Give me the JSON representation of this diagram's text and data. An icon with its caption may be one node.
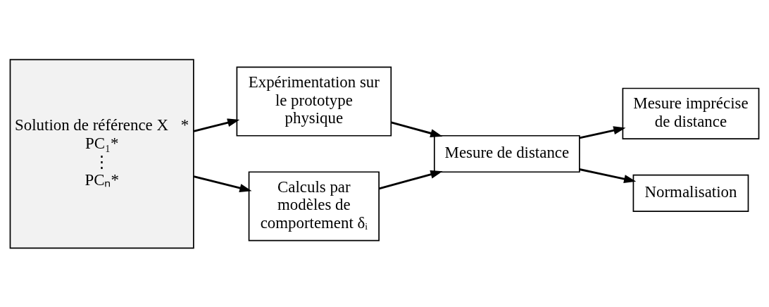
{
  "diagram": {
    "nodes": [
      {
        "text": [
          "Solution de référence X⃗*",
          "PC₁*",
          "⋮",
          "PCₙ*"
        ]
      },
      {
        "text": [
          "Expérimentation sur le prototype physique"
        ]
      },
      {
        "text": [
          "Calculs par modèles de comportement δᵢ"
        ]
      },
      {
        "text": [
          "Mesure de distance"
        ]
      },
      {
        "text": [
          "Mesure imprécise de distance"
        ]
      },
      {
        "text": [
          "Normalisation"
        ]
      }
    ],
    "edges": [
      {
        "from": 0,
        "to": 1,
        "arrow": "to"
      },
      {
        "from": 0,
        "to": 2,
        "arrow": "to"
      },
      {
        "from": 1,
        "to": 3,
        "arrow": "to"
      },
      {
        "from": 2,
        "to": 3,
        "arrow": "to"
      },
      {
        "from": 3,
        "to": 4,
        "arrow": "to"
      },
      {
        "from": 3,
        "to": 5,
        "arrow": "to"
      }
    ]
  }
}
